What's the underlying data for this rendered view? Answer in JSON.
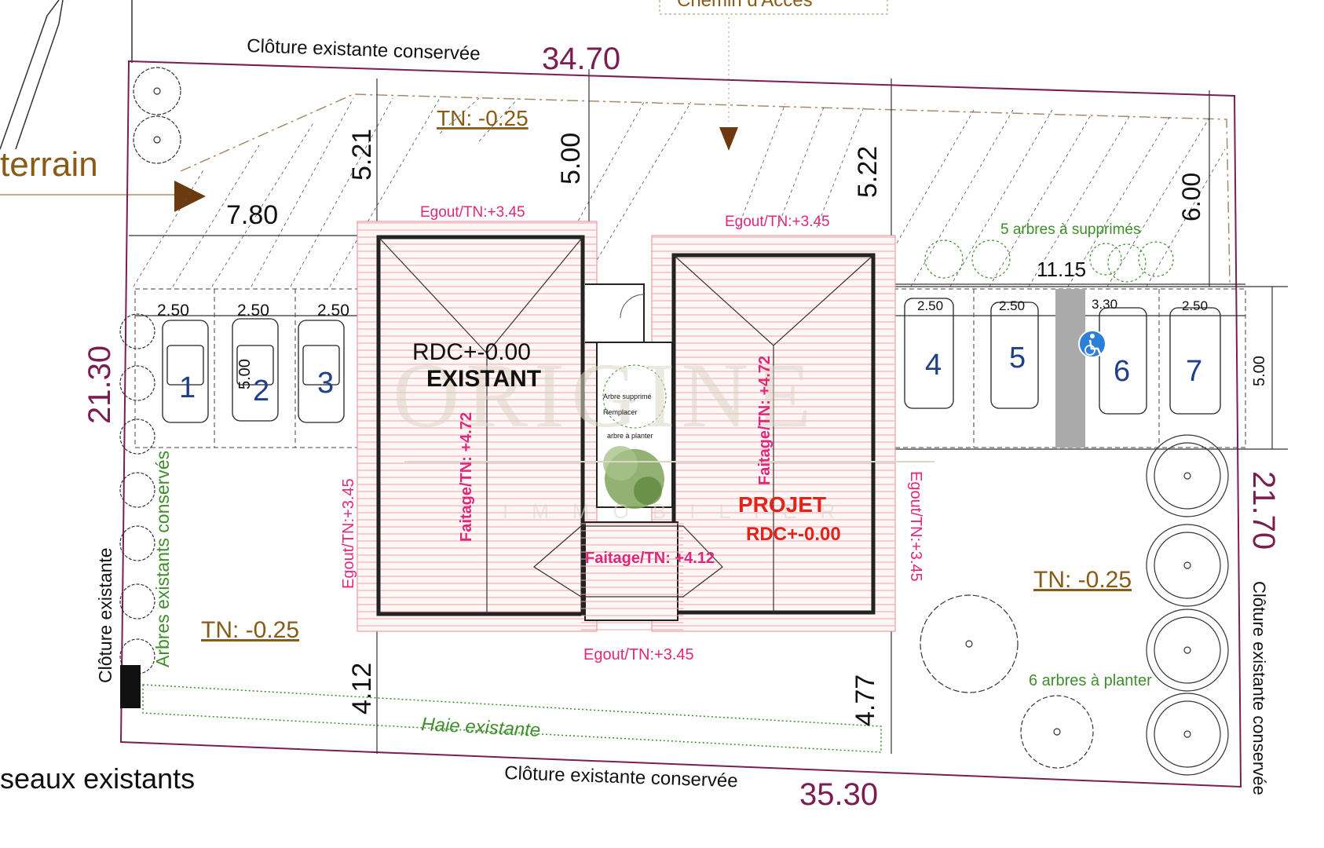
{
  "top_label": "Chemin d'Accès",
  "dims": {
    "top_length": "34.70",
    "bottom_length": "35.30",
    "left_height": "21.30",
    "right_height": "21.70",
    "d_521": "5.21",
    "d_500a": "5.00",
    "d_522": "5.22",
    "d_600": "6.00",
    "d_780": "7.80",
    "d_1115": "11.15",
    "d_412": "4.12",
    "d_477": "4.77",
    "d_500_right": "5.00",
    "d_500_bay": "5.00",
    "bay_left": [
      "2.50",
      "2.50",
      "2.50"
    ],
    "bay_right": [
      "2.50",
      "2.50",
      "3.30",
      "2.50"
    ]
  },
  "labels": {
    "fence_top": "Clôture existante conservée",
    "fence_bottom": "Clôture existante conservée",
    "fence_right": "Clôture existante conservée",
    "fence_left": "Clôture existante",
    "trees_left": "Arbres existants conservés",
    "terrain": "terrain",
    "reseaux": "seaux existants",
    "hedge": "Haie existante",
    "trees_remove": "5 arbres à supprimés",
    "trees_plant": "6 arbres à planter",
    "tn_top": "TN: -0.25",
    "tn_left": "TN: -0.25",
    "tn_right": "TN: -0.25",
    "egout_top_left": "Egout/TN:+3.45",
    "egout_top_right": "Egout/TN:+3.45",
    "egout_bottom": "Egout/TN:+3.45",
    "egout_left": "Egout/TN:+3.45",
    "egout_right": "Egout/TN:+3.45",
    "faitage_left": "Faitage/TN: +4.72",
    "faitage_right": "Faitage/TN: +4.72",
    "faitage_mid": "Faitage/TN: +4.12",
    "existing_level": "RDC+-0.00",
    "existing_name": "EXISTANT",
    "project_name": "PROJET",
    "project_level": "RDC+-0.00",
    "patio_1": "Arbre supprimé",
    "patio_2": "Remplacer",
    "patio_3": "arbre à planter"
  },
  "parking_numbers": [
    "1",
    "2",
    "3",
    "4",
    "5",
    "6",
    "7"
  ],
  "watermark": {
    "main": "ORIGINE",
    "sub": "IMMOBILIER"
  },
  "colors": {
    "boundary": "#7a1e52",
    "roof_hatch": "#f0a0a8",
    "dimension_text": "#7a1e52",
    "ground_level": "#8a5a17",
    "tree_label": "#3e8e2a",
    "roof_label": "#e0287a",
    "project_label": "#e2231a",
    "parking_number": "#1f3f8a",
    "accessible": "#2b7fd8"
  },
  "icons": {
    "accessible_parking": "wheelchair-icon",
    "arrow": "arrow-right-icon",
    "arrow_down": "arrow-down-icon"
  }
}
